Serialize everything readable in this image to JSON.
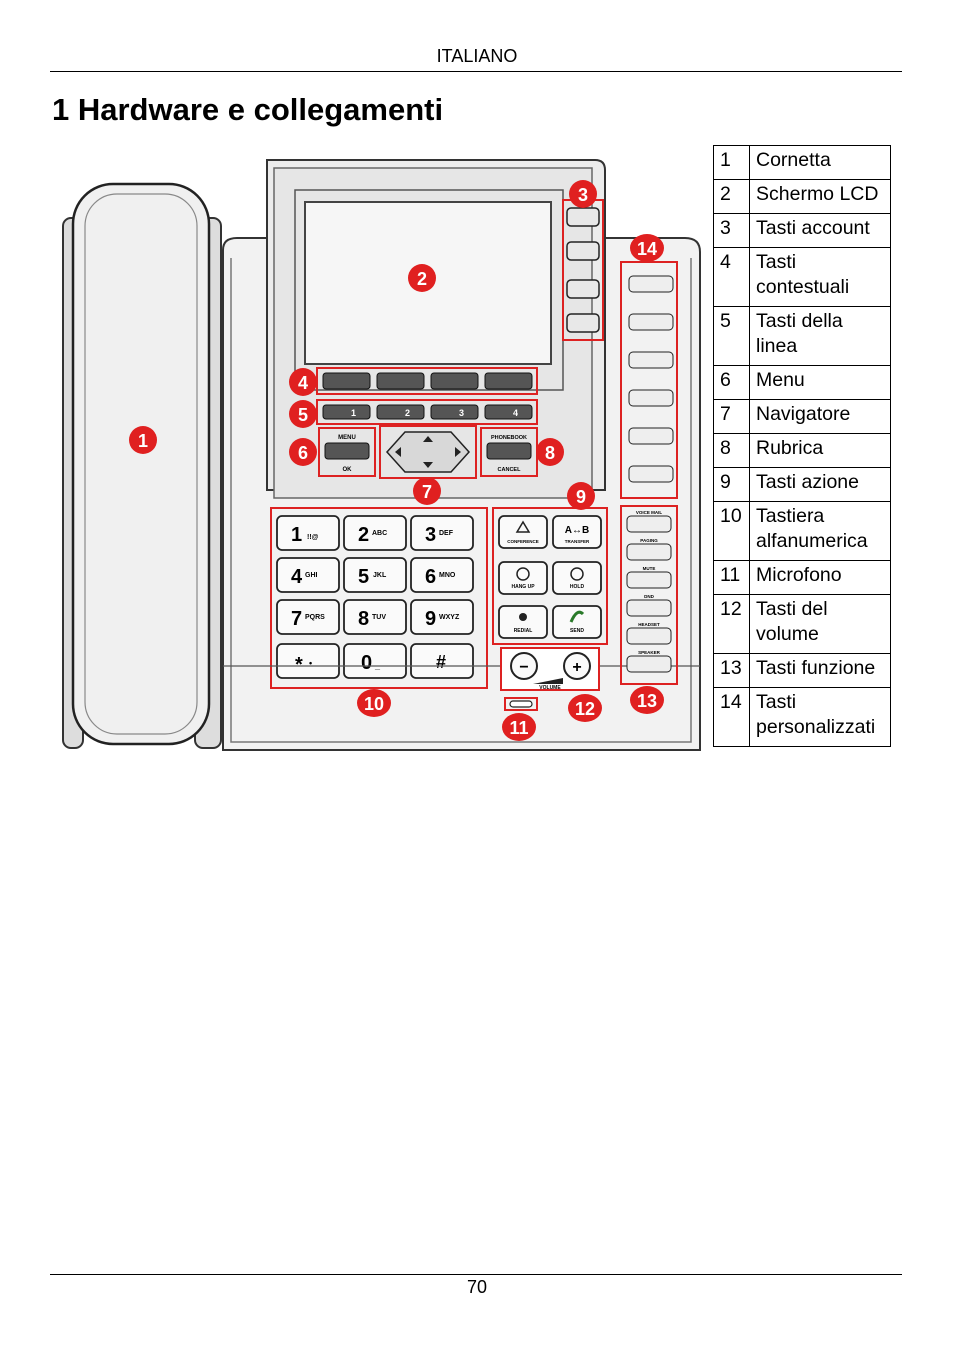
{
  "header": {
    "language": "ITALIANO"
  },
  "section": {
    "title": "1 Hardware e collegamenti"
  },
  "legend": [
    {
      "num": "1",
      "label": "Cornetta"
    },
    {
      "num": "2",
      "label": "Schermo LCD"
    },
    {
      "num": "3",
      "label": "Tasti account"
    },
    {
      "num": "4",
      "label": "Tasti contestuali"
    },
    {
      "num": "5",
      "label": "Tasti della linea"
    },
    {
      "num": "6",
      "label": "Menu"
    },
    {
      "num": "7",
      "label": "Navigatore"
    },
    {
      "num": "8",
      "label": "Rubrica"
    },
    {
      "num": "9",
      "label": "Tasti azione"
    },
    {
      "num": "10",
      "label": "Tastiera alfanumerica"
    },
    {
      "num": "11",
      "label": "Microfono"
    },
    {
      "num": "12",
      "label": "Tasti del volume"
    },
    {
      "num": "13",
      "label": "Tasti funzione"
    },
    {
      "num": "14",
      "label": "Tasti personalizzati"
    }
  ],
  "figure": {
    "callouts": [
      "1",
      "2",
      "3",
      "4",
      "5",
      "6",
      "7",
      "8",
      "9",
      "10",
      "11",
      "12",
      "13",
      "14"
    ],
    "line_keys": [
      "1",
      "2",
      "3",
      "4"
    ],
    "menu_labels": {
      "top": "MENU",
      "bottom": "OK"
    },
    "phonebook_labels": {
      "top": "PHONEBOOK",
      "bottom": "CANCEL"
    },
    "dialpad": [
      {
        "digit": "1",
        "sub": "!!@"
      },
      {
        "digit": "2",
        "sub": "ABC"
      },
      {
        "digit": "3",
        "sub": "DEF"
      },
      {
        "digit": "4",
        "sub": "GHI"
      },
      {
        "digit": "5",
        "sub": "JKL"
      },
      {
        "digit": "6",
        "sub": "MNO"
      },
      {
        "digit": "7",
        "sub": "PQRS"
      },
      {
        "digit": "8",
        "sub": "TUV"
      },
      {
        "digit": "9",
        "sub": "WXYZ"
      },
      {
        "digit": "*",
        "sub": "•"
      },
      {
        "digit": "0",
        "sub": "_"
      },
      {
        "digit": "#",
        "sub": ""
      }
    ],
    "action_keys": [
      "CONFERENCE",
      "TRANSFER",
      "HANG UP",
      "HOLD",
      "REDIAL",
      "SEND"
    ],
    "transfer_symbol": "A↔B",
    "volume": {
      "minus": "−",
      "plus": "+",
      "label": "VOLUME"
    },
    "function_keys": [
      "VOICE MAIL",
      "PAGING",
      "MUTE",
      "DND",
      "HEADSET",
      "SPEAKER"
    ],
    "custom_key_count": "6"
  },
  "footer": {
    "page_number": "70"
  }
}
